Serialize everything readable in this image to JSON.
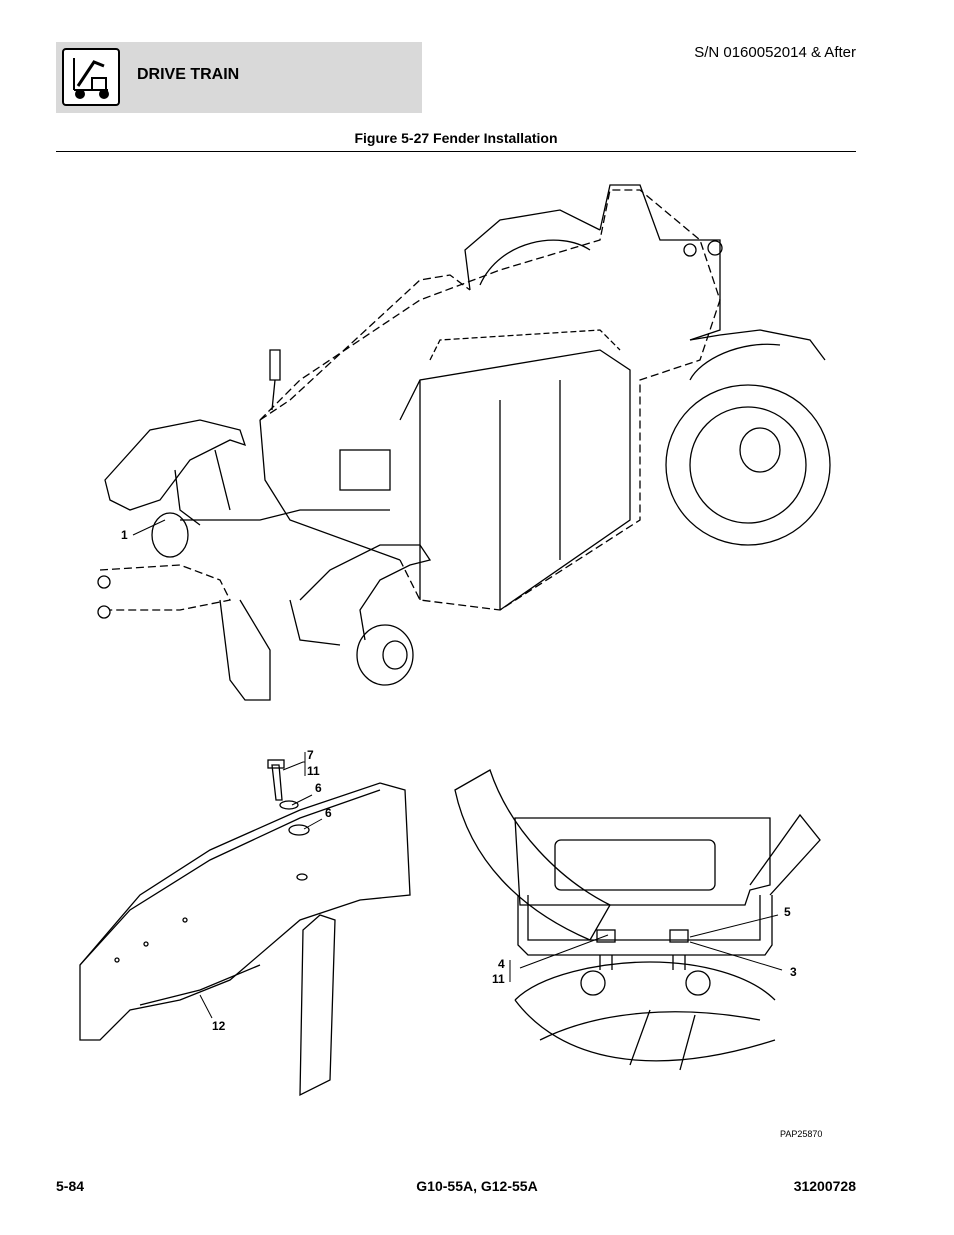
{
  "header": {
    "section": "DRIVE TRAIN",
    "serial": "S/N 0160052014 & After",
    "icon": "forklift-icon"
  },
  "figure": {
    "title": "Figure 5-27 Fender Installation",
    "drawing_number": "PAP25870"
  },
  "callouts": {
    "c1": "1",
    "c7": "7",
    "c11a": "11",
    "c6a": "6",
    "c6b": "6",
    "c12": "12",
    "c5": "5",
    "c4": "4",
    "c11b": "11",
    "c3": "3"
  },
  "footer": {
    "page": "5-84",
    "model": "G10-55A, G12-55A",
    "doc_number": "31200728"
  }
}
